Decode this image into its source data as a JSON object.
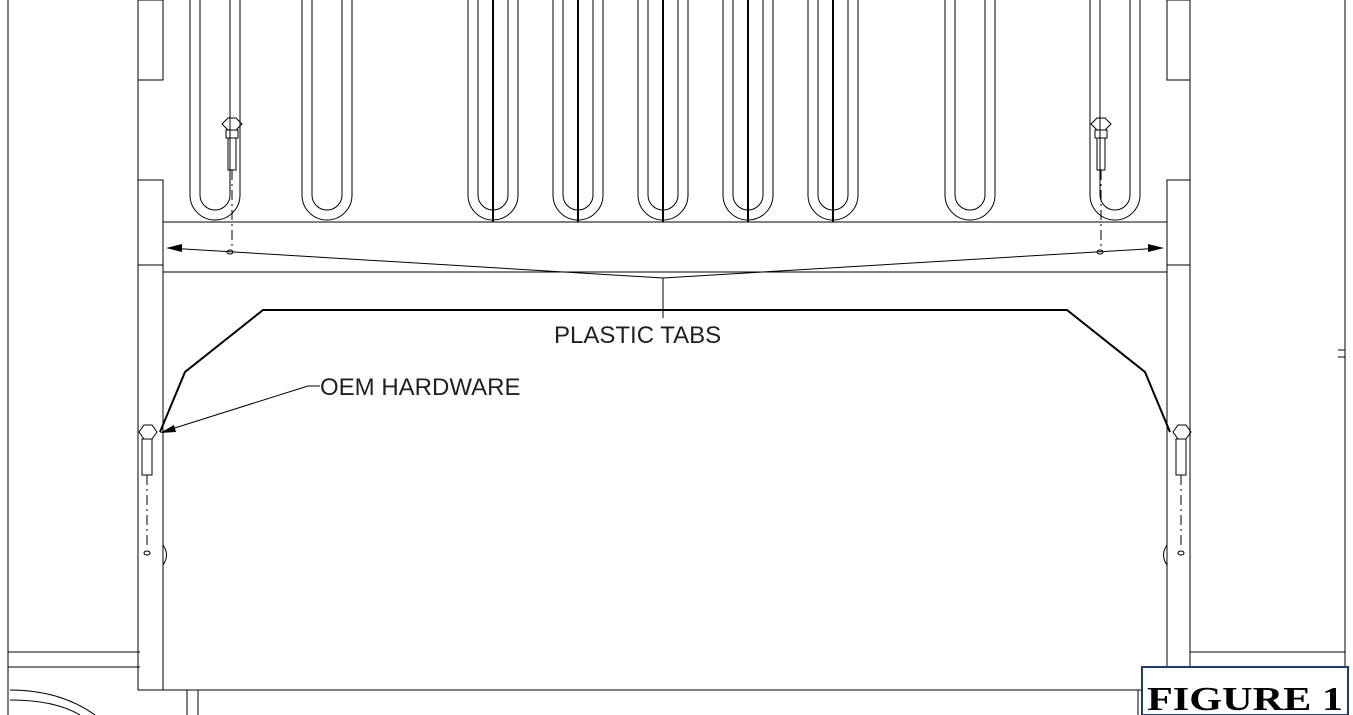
{
  "labels": {
    "plastic_tabs": "PLASTIC TABS",
    "oem_hardware": "OEM HARDWARE"
  },
  "figure": {
    "label": "FIGURE 1"
  },
  "colors": {
    "line": "#000000",
    "label_text": "#231f20",
    "figure_border": "#1f3a6e"
  }
}
